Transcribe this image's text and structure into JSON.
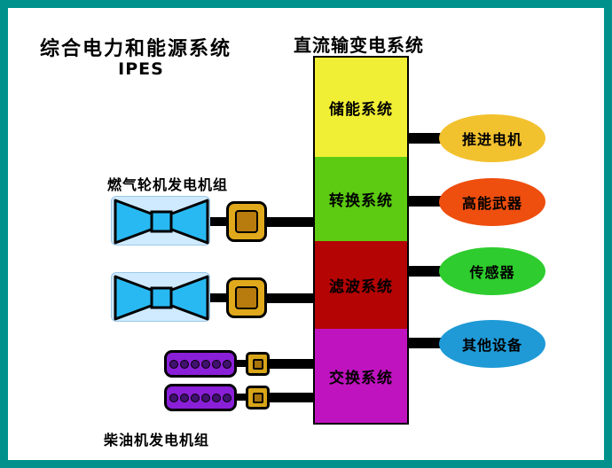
{
  "header": {
    "title": "综合电力和能源系统",
    "subtitle": "IPES"
  },
  "dc_system": {
    "label": "直流输变电系统"
  },
  "stack": {
    "blocks": [
      {
        "name": "energy-storage",
        "label": "储能系统",
        "color": "#f1ef35"
      },
      {
        "name": "conversion",
        "label": "转换系统",
        "color": "#5ccb12"
      },
      {
        "name": "filter",
        "label": "滤波系统",
        "color": "#b40404"
      },
      {
        "name": "switching",
        "label": "交换系统",
        "color": "#c013c0"
      }
    ]
  },
  "loads": [
    {
      "name": "propulsion-motor",
      "label": "推进电机",
      "color": "#f2c12e"
    },
    {
      "name": "high-energy-weapon",
      "label": "高能武器",
      "color": "#ee4e0e"
    },
    {
      "name": "sensor",
      "label": "传感器",
      "color": "#2ecc2e"
    },
    {
      "name": "other-equipment",
      "label": "其他设备",
      "color": "#1f9ad6"
    }
  ],
  "generators": {
    "gas_turbine_label": "燃气轮机发电机组",
    "diesel_label": "柴油机发电机组"
  },
  "palette": {
    "frame_border": "#00918c",
    "connector": "#000000",
    "turbine_fill": "#29b9f2",
    "turbine_bg": "#cfeaff",
    "generator_fill": "#e0a91c",
    "generator_inner": "#b87b0e",
    "diesel_fill": "#8a1fd8",
    "diesel_dot": "#41126e",
    "mini_generator_fill": "#d8a518",
    "mini_generator_inner": "#a8750c"
  }
}
